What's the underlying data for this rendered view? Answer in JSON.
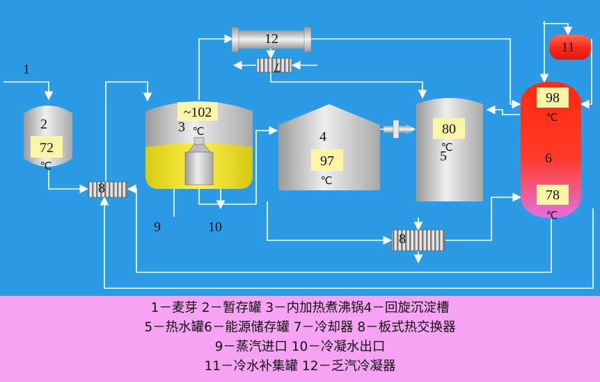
{
  "diagram": {
    "labels": {
      "n1": "1",
      "n2": "2",
      "n3": "3",
      "n4": "4",
      "n5": "5",
      "n6": "6",
      "n7": "7",
      "n8a": "8",
      "n8b": "8",
      "n9": "9",
      "n10": "10",
      "n11": "11",
      "n12": "12"
    },
    "temps": {
      "t2": "72",
      "t3": "~102",
      "t4": "97",
      "t5": "80",
      "t6top": "98",
      "t6bottom": "78"
    },
    "unit": "℃",
    "colors": {
      "background": "#2b9be6",
      "pipe": "#ffffff",
      "tank_body": "#d9d9d9",
      "wort": "#f2e21c",
      "temp_box": "#fbf5a8",
      "tank6_top": "#ff2a10",
      "tank6_bottom": "#e870e0",
      "tank11": "#ff3a2a",
      "legend_bg": "#f6a3f3"
    }
  },
  "legend": {
    "line1": "1－麦芽  2－暂存罐  3－内加热煮沸锅4－回旋沉淀槽",
    "line2": "5－热水罐6－能源储存罐 7－冷却器  8－板式热交换器",
    "line3": "9－蒸汽进口  10－冷凝水出口",
    "line4": "11－冷水补集罐 12－乏汽冷凝器"
  }
}
